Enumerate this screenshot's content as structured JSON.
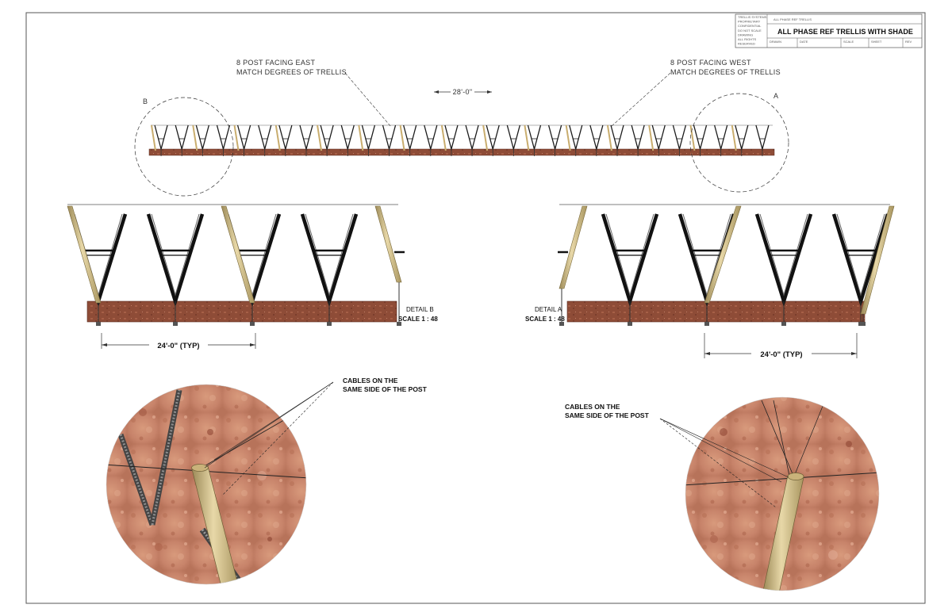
{
  "title_block": {
    "title": "ALL PHASE REF TRELLIS WITH SHADE",
    "info_left": [
      "TRELLIS SYSTEMS",
      "PROPRIETARY",
      "CONFIDENTIAL",
      "DO NOT SCALE",
      "DRAWING",
      "ALL RIGHTS",
      "RESERVED"
    ],
    "info_top": "ALL PHASE REF TRELLIS",
    "info_row": [
      "DRAWN",
      "DATE",
      "SCALE",
      "SHEET",
      "REV"
    ]
  },
  "overview": {
    "dimension": "28'-0\"",
    "note_east": [
      "8 POST FACING EAST",
      "MATCH DEGREES OF TRELLIS"
    ],
    "note_west": [
      "8 POST FACING WEST",
      "MATCH DEGREES OF TRELLIS"
    ],
    "marker_left": "B",
    "marker_right": "A"
  },
  "detail_b": {
    "label": "DETAIL B",
    "scale": "SCALE 1 : 48",
    "dimension": "24'-0\" (TYP)"
  },
  "detail_a": {
    "label": "DETAIL A",
    "scale": "SCALE 1 : 48",
    "dimension": "24'-0\" (TYP)"
  },
  "callout_left": [
    "CABLES ON THE",
    "SAME SIDE OF THE POST"
  ],
  "callout_right": [
    "CABLES ON THE",
    "SAME SIDE OF THE POST"
  ],
  "colors": {
    "soil": "#8b4a35",
    "soil_light": "#c9876a",
    "post": "#d8c08a",
    "steel": "#1a1a1a"
  }
}
